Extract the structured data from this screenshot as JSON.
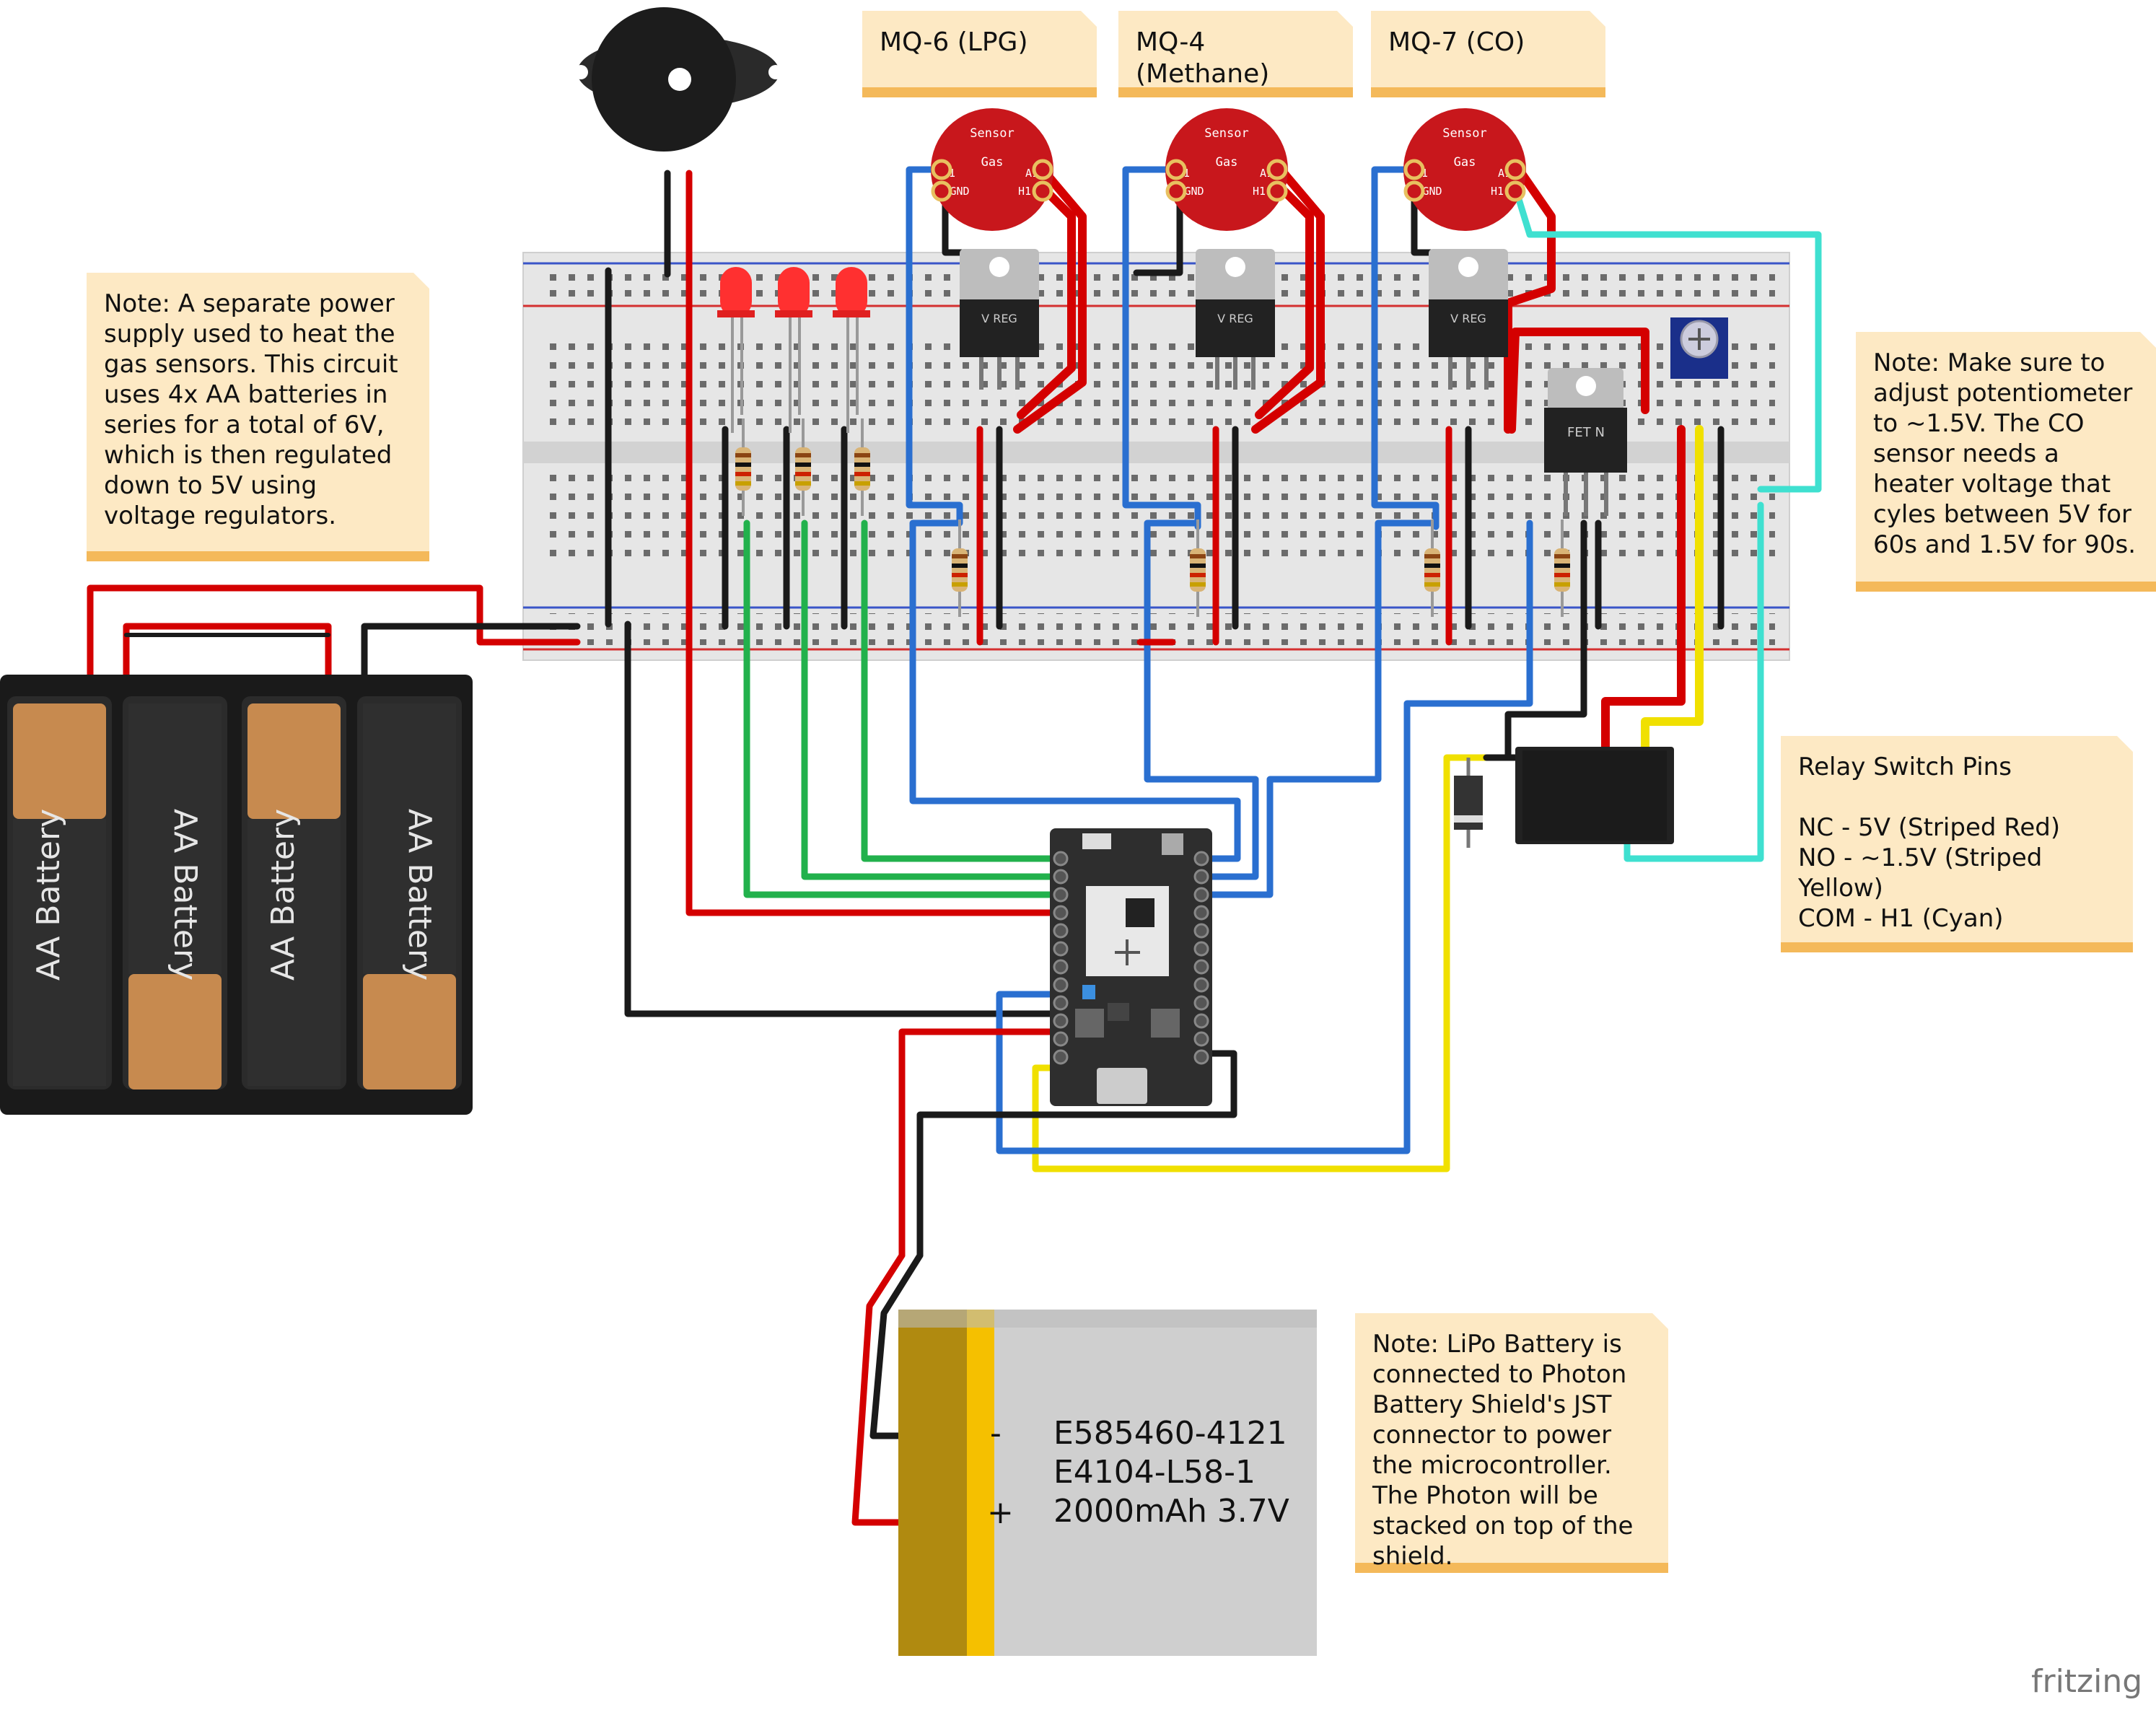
{
  "notes": {
    "power_note": "Note: A separate power supply used to heat the gas sensors. This circuit uses 4x AA batteries in series for a total of 6V, which is then regulated down to 5V using voltage regulators.",
    "pot_note": "Note: Make sure to adjust potentiometer to ~1.5V. The CO sensor needs a heater voltage that cyles between 5V for 60s and 1.5V for 90s.",
    "relay_note": "Relay Switch Pins\n\nNC  - 5V (Striped Red)\nNO - ~1.5V (Striped Yellow)\nCOM - H1 (Cyan)",
    "lipo_note": "Note: LiPo Battery is connected to Photon Battery Shield's JST connector to power the microcontroller. The Photon will be stacked on top of the shield."
  },
  "sensor_labels": [
    "MQ-6 (LPG)",
    "MQ-4 (Methane)",
    "MQ-7 (CO)"
  ],
  "sensor_board": {
    "title": "Sensor",
    "gas": "Gas",
    "pins": [
      "B1",
      "A1",
      "GND",
      "H1"
    ]
  },
  "battery_label": "AA Battery",
  "vreg_label": "V REG",
  "fet_label": "FET N",
  "lipo": {
    "minus": "-",
    "plus": "+",
    "line1": "E585460-4121",
    "line2": "E4104-L58-1",
    "line3": "2000mAh 3.7V"
  },
  "watermark": "fritzing",
  "colors": {
    "red_wire": "#d40000",
    "black_wire": "#1a1a1a",
    "green_wire": "#22b14c",
    "blue_wire": "#2a6fd0",
    "cyan_wire": "#3fe0d0",
    "yellow_wire": "#f0e000",
    "note_bg": "#fde9c4",
    "note_edge": "#f4b95a",
    "sensor_red": "#c8171c",
    "breadboard": "#e6e6e6"
  }
}
